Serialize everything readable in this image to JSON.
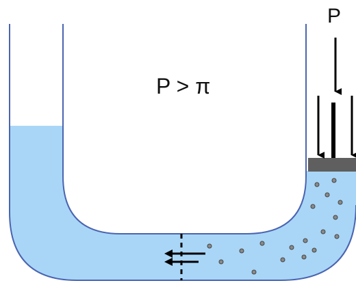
{
  "labels": {
    "pressure": "P",
    "condition": "P > π"
  },
  "colors": {
    "solution": "#a9d6f7",
    "wall": "#4a64b0",
    "piston": "#5f5f5f",
    "solute": "#8a8a8a",
    "arrow": "#000000",
    "membrane": "#000000"
  },
  "icons": {
    "pressure_arrows": "down-arrow",
    "flow_arrows": "left-arrow",
    "solute_particles": "circle"
  }
}
